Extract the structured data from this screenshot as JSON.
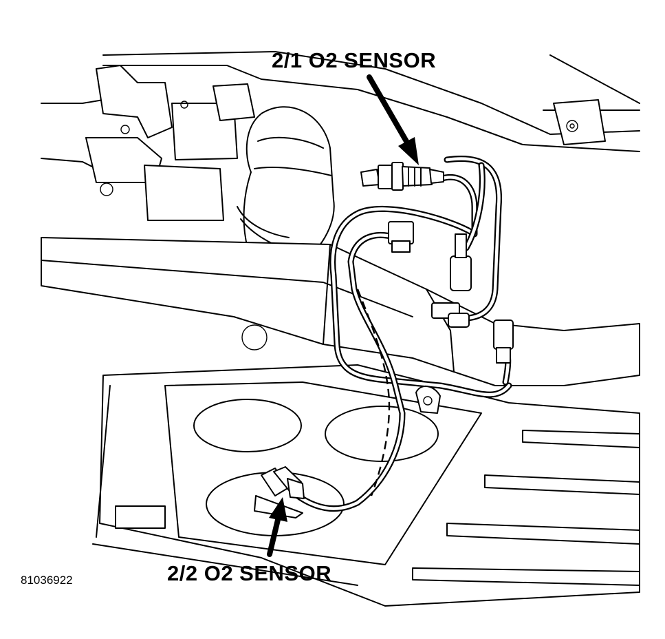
{
  "labels": {
    "upper_sensor": "2/1 O2 SENSOR",
    "lower_sensor": "2/2 O2 SENSOR",
    "figure_number": "81036922"
  }
}
